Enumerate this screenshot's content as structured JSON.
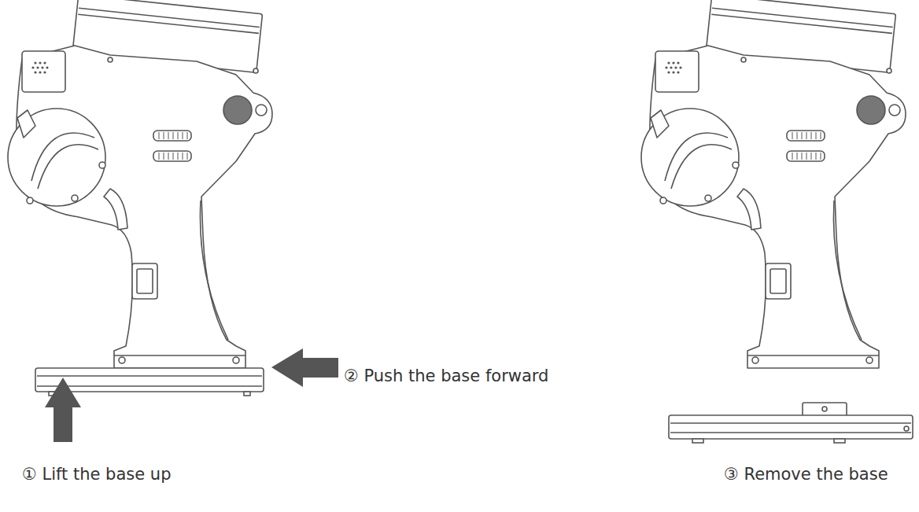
{
  "diagram": {
    "labels": [
      "② Push the base forward",
      "① Lift the base up",
      "③ Remove the base"
    ]
  }
}
